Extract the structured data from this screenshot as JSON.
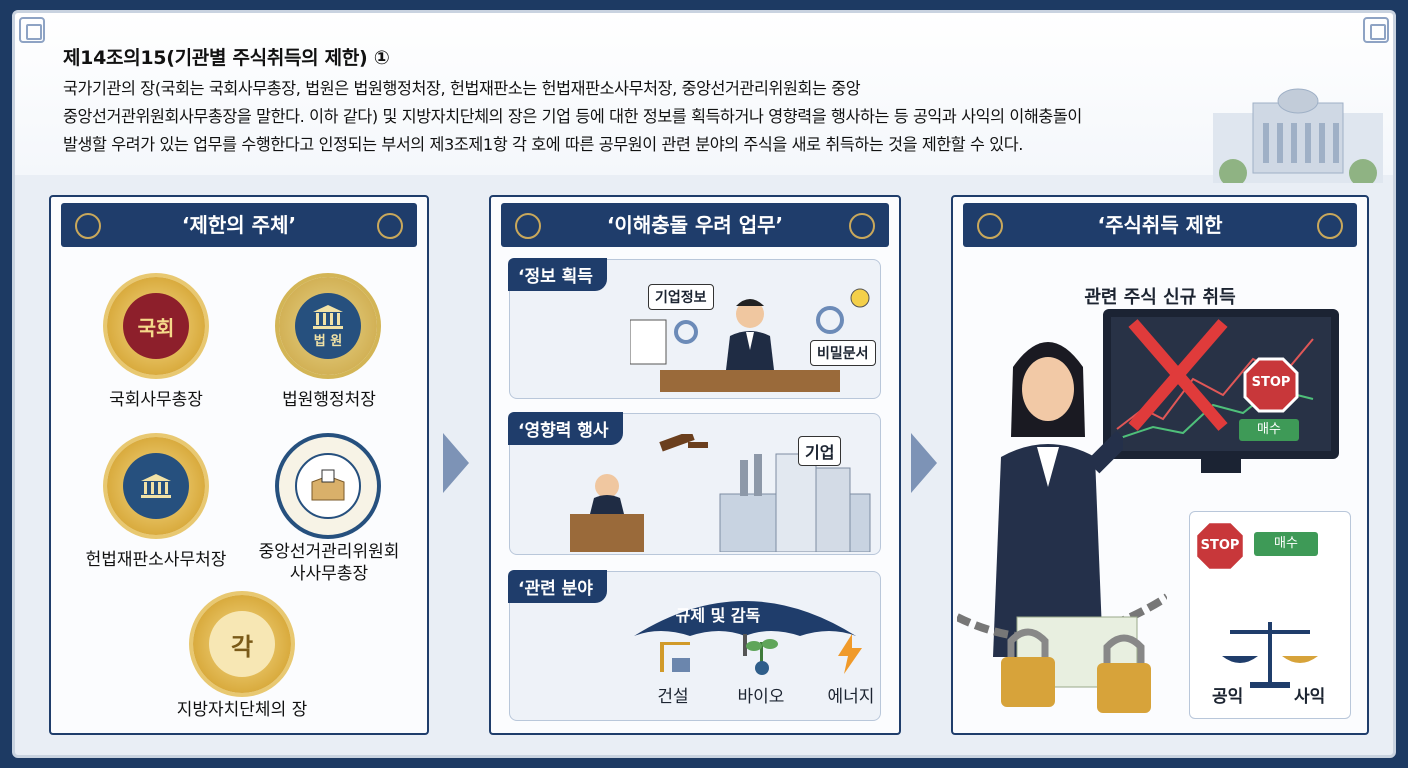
{
  "header": {
    "title": "제14조의15(기관별 주식취득의 제한) ①",
    "description_lines": [
      "국가기관의 장(국회는 국회사무총장, 법원은 법원행정처장, 헌법재판소는 헌법재판소사무처장, 중앙선거관리위원회는 중앙",
      "중앙선거관위원회사무총장을 말한다. 이하 같다) 및 지방자치단체의 장은 기업 등에 대한 정보를 획득하거나 영향력을 행사하는 등 공익과 사익의 이해충돌이",
      "발생할 우려가 있는 업무를 수행한다고 인정되는 부서의 제3조제1항 각 호에 따른 공무원이 관련 분야의 주식을 새로 취득하는 것을 제한할 수 있다."
    ]
  },
  "panel_subject": {
    "title": "‘제한의 주체’",
    "seals": [
      {
        "text": "국회",
        "label": "국회사무총장",
        "icon": "national-assembly-seal-icon"
      },
      {
        "text": "법 원",
        "label": "법원행정처장",
        "icon": "court-seal-icon"
      },
      {
        "text": "",
        "label": "헌법재판소사무처장",
        "icon": "constitutional-court-seal-icon"
      },
      {
        "text": "",
        "label_line1": "중앙선거관리위원회",
        "label_line2": "사사무총장",
        "icon": "election-commission-seal-icon"
      },
      {
        "text": "각",
        "label": "지방자치단체의 장",
        "icon": "local-government-seal-icon"
      }
    ]
  },
  "panel_conflict": {
    "title": "‘이해충돌 우려 업무’",
    "cards": [
      {
        "tag": "‘정보 획득",
        "chips": [
          "기업정보",
          "비밀문서"
        ]
      },
      {
        "tag": "‘영향력 행사",
        "chips": [
          "기업"
        ]
      },
      {
        "tag": "‘관련 분야",
        "umbrella": "규제 및 감독",
        "industries": [
          "건설",
          "바이오",
          "에너지"
        ]
      }
    ]
  },
  "panel_restriction": {
    "title": "‘주식취득 제한",
    "subtitle": "관련 주식 신규 취득",
    "stop_text": "STOP",
    "buy_text": "매수",
    "scale": {
      "left": "공익",
      "right": "사익"
    }
  },
  "colors": {
    "navy": "#1f3d6b",
    "gold": "#d9ab3e",
    "red": "#c8373a",
    "frame": "#1d3a63"
  }
}
